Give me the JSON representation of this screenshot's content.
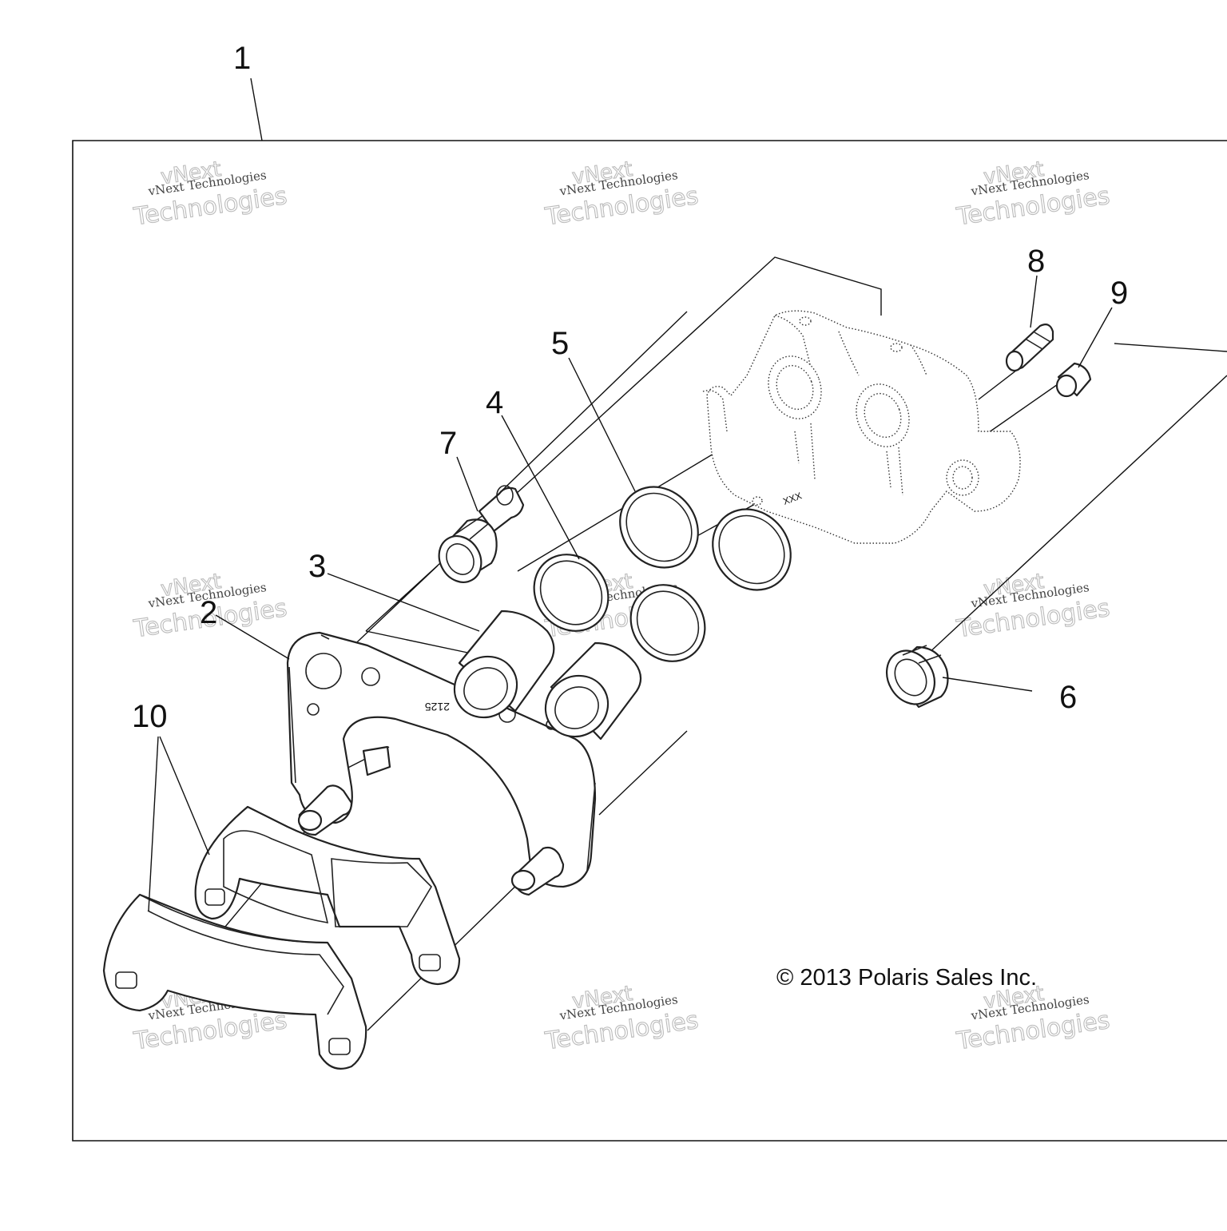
{
  "diagram": {
    "callouts": [
      "1",
      "2",
      "3",
      "4",
      "5",
      "6",
      "7",
      "8",
      "9",
      "10"
    ],
    "copyright": "© 2013 Polaris Sales Inc.",
    "bracket_stamp": "2125",
    "caliper_stamp": "XXX",
    "watermark": {
      "line1": "vNext Technologies",
      "line2": "Technologies",
      "line0": "vNext"
    }
  }
}
